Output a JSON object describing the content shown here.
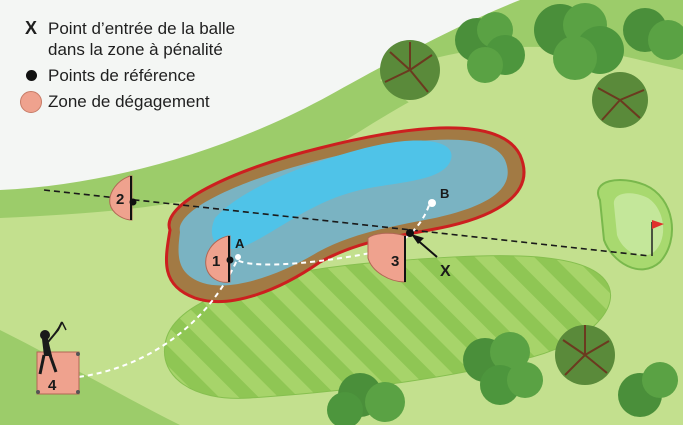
{
  "legend": {
    "x_symbol": "X",
    "entry_point_line1": "Point d’entrée de la balle",
    "entry_point_line2": "dans la zone à pénalité",
    "reference_points": "Points de référence",
    "relief_zone": "Zone de dégagement"
  },
  "labels": {
    "zone_1": "1",
    "zone_2": "2",
    "zone_3": "3",
    "zone_4": "4",
    "point_a": "A",
    "point_b": "B",
    "marker_x": "X"
  },
  "colors": {
    "rough": "#9ccc6a",
    "fairway": "#c3e08e",
    "water": "#4fc3e8",
    "water_edge": "#7ab3c2",
    "penalty_line": "#cc1f1f",
    "relief_zone": "#efa28e",
    "flag": "#e0312b"
  }
}
